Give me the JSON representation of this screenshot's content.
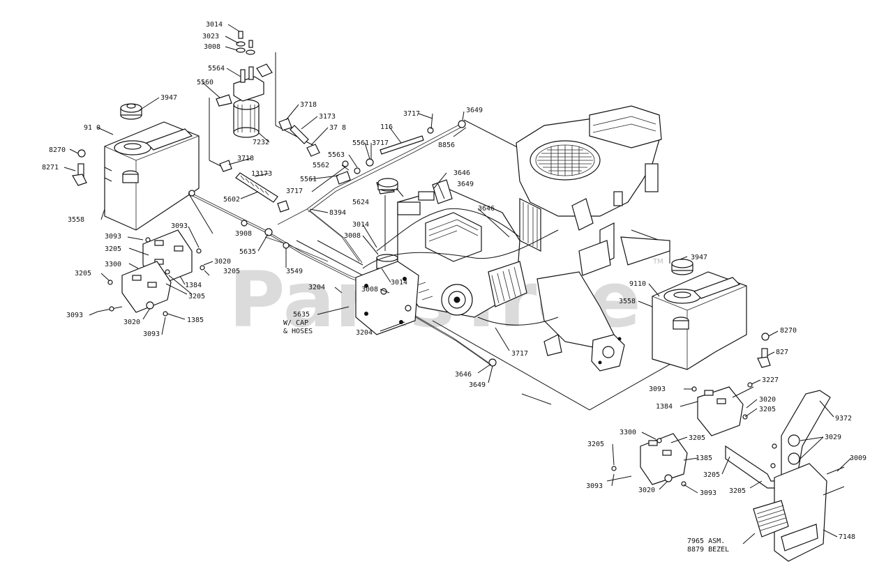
{
  "watermark": {
    "text": "PartsTree",
    "trademark": "TM"
  },
  "labels": [
    {
      "id": "l3014a",
      "text": "3014"
    },
    {
      "id": "l3023",
      "text": "3023"
    },
    {
      "id": "l3008a",
      "text": "3008"
    },
    {
      "id": "l5564",
      "text": "5564"
    },
    {
      "id": "l5560",
      "text": "5560"
    },
    {
      "id": "l3947a",
      "text": "3947"
    },
    {
      "id": "l9110a",
      "text": "91 0"
    },
    {
      "id": "l8270a",
      "text": "8270"
    },
    {
      "id": "l8271a",
      "text": "8271"
    },
    {
      "id": "l7232",
      "text": "7232"
    },
    {
      "id": "l3718a",
      "text": "3718"
    },
    {
      "id": "l3173",
      "text": "3173"
    },
    {
      "id": "l3718b",
      "text": "37 8"
    },
    {
      "id": "l3717a",
      "text": "3717"
    },
    {
      "id": "l116",
      "text": "116"
    },
    {
      "id": "l3649a",
      "text": "3649"
    },
    {
      "id": "l8856",
      "text": "8856"
    },
    {
      "id": "l5561a",
      "text": "5561"
    },
    {
      "id": "l3717b",
      "text": "3717"
    },
    {
      "id": "l5563",
      "text": "5563"
    },
    {
      "id": "l5562",
      "text": "5562"
    },
    {
      "id": "l3718c",
      "text": "3718"
    },
    {
      "id": "l13173",
      "text": "13173"
    },
    {
      "id": "l5561b",
      "text": "5561"
    },
    {
      "id": "l3717c",
      "text": "3717"
    },
    {
      "id": "l3646a",
      "text": "3646"
    },
    {
      "id": "l3649b",
      "text": "3649"
    },
    {
      "id": "l5624",
      "text": "5624"
    },
    {
      "id": "l5602",
      "text": "5602"
    },
    {
      "id": "l8394",
      "text": "8394"
    },
    {
      "id": "l3646b",
      "text": "3646"
    },
    {
      "id": "l3558a",
      "text": "3558"
    },
    {
      "id": "l3093a",
      "text": "3093"
    },
    {
      "id": "l3093b",
      "text": "3093"
    },
    {
      "id": "l3908",
      "text": "3908"
    },
    {
      "id": "l3014b",
      "text": "3014"
    },
    {
      "id": "l3008b",
      "text": "3008"
    },
    {
      "id": "l3205a",
      "text": "3205"
    },
    {
      "id": "l5635a",
      "text": "5635"
    },
    {
      "id": "l3300a",
      "text": "3300"
    },
    {
      "id": "l3020a",
      "text": "3020"
    },
    {
      "id": "l3205b",
      "text": "3205"
    },
    {
      "id": "l3549",
      "text": "3549"
    },
    {
      "id": "l3205c",
      "text": "3205"
    },
    {
      "id": "l1384a",
      "text": "1384"
    },
    {
      "id": "l3205d",
      "text": "3205"
    },
    {
      "id": "l3014c",
      "text": "3014"
    },
    {
      "id": "l3204a",
      "text": "3204"
    },
    {
      "id": "l3008c",
      "text": "3008"
    },
    {
      "id": "l3093c",
      "text": "3093"
    },
    {
      "id": "l3020b",
      "text": "3020"
    },
    {
      "id": "l1385a",
      "text": "1385"
    },
    {
      "id": "l5635b",
      "text": "5635"
    },
    {
      "id": "lwcap",
      "text": "W/ CAP"
    },
    {
      "id": "lhoses",
      "text": "& HOSES"
    },
    {
      "id": "l3204b",
      "text": "3204"
    },
    {
      "id": "l3093d",
      "text": "3093"
    },
    {
      "id": "l3947b",
      "text": "3947"
    },
    {
      "id": "l9110b",
      "text": "9110"
    },
    {
      "id": "l3558b",
      "text": "3558"
    },
    {
      "id": "l8270b",
      "text": "8270"
    },
    {
      "id": "l8271b",
      "text": "827"
    },
    {
      "id": "l3717d",
      "text": "3717"
    },
    {
      "id": "l3646c",
      "text": "3646"
    },
    {
      "id": "l3649c",
      "text": "3649"
    },
    {
      "id": "l3093e",
      "text": "3093"
    },
    {
      "id": "l3227",
      "text": "3227"
    },
    {
      "id": "l1384b",
      "text": "1384"
    },
    {
      "id": "l3020c",
      "text": "3020"
    },
    {
      "id": "l3205e",
      "text": "3205"
    },
    {
      "id": "l9372",
      "text": "9372"
    },
    {
      "id": "l3300b",
      "text": "3300"
    },
    {
      "id": "l3205f",
      "text": "3205"
    },
    {
      "id": "l3205g",
      "text": "3205"
    },
    {
      "id": "l3029",
      "text": "3029"
    },
    {
      "id": "l1385b",
      "text": "1385"
    },
    {
      "id": "l3205h",
      "text": "3205"
    },
    {
      "id": "l3009",
      "text": "3009"
    },
    {
      "id": "l3205i",
      "text": "3205"
    },
    {
      "id": "l3093f",
      "text": "3093"
    },
    {
      "id": "l3020d",
      "text": "3020"
    },
    {
      "id": "l3093g",
      "text": "3093"
    },
    {
      "id": "l7965",
      "text": "7965 ASM."
    },
    {
      "id": "l8879",
      "text": "8879 BEZEL"
    },
    {
      "id": "l7148",
      "text": "7148"
    }
  ]
}
